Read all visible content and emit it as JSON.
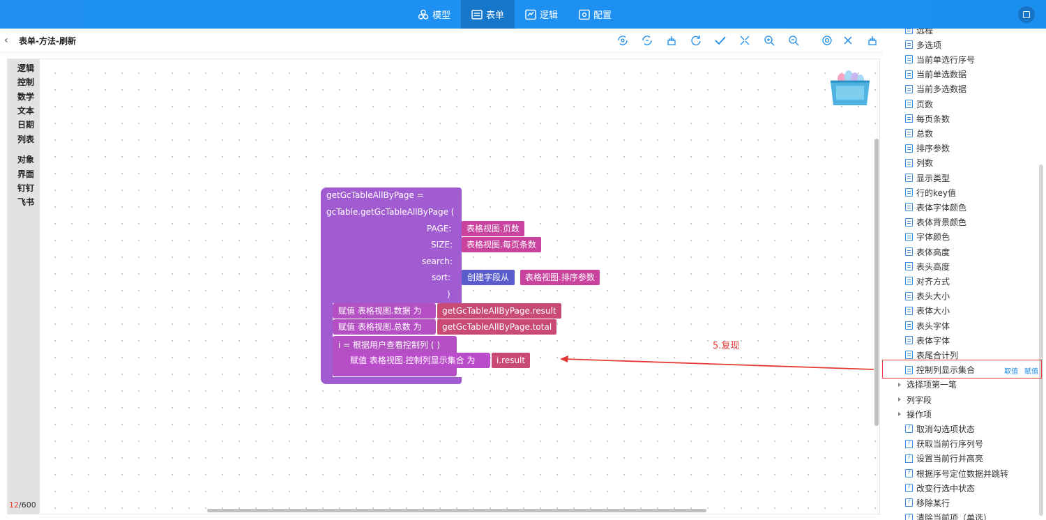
{
  "nav": {
    "tabs": [
      {
        "label": "模型",
        "icon": "cubes-icon"
      },
      {
        "label": "表单",
        "icon": "form-icon",
        "active": true
      },
      {
        "label": "逻辑",
        "icon": "logic-icon"
      },
      {
        "label": "配置",
        "icon": "config-icon"
      }
    ]
  },
  "header": {
    "title": "表单-方法-刷新"
  },
  "toolbar": {
    "icons": [
      "save-icon",
      "save-as-icon",
      "clean-icon",
      "refresh-icon",
      "check-icon",
      "collapse-icon",
      "zoom-in-icon",
      "zoom-out-icon",
      "settings-icon",
      "close-icon",
      "clear-icon"
    ]
  },
  "categories": {
    "group1": [
      "逻辑",
      "控制",
      "数学",
      "文本",
      "日期",
      "列表"
    ],
    "group2": [
      "对象",
      "界面",
      "钉钉",
      "飞书"
    ]
  },
  "counter": {
    "current": "12",
    "total": "/600"
  },
  "blocks": {
    "header_line1": "getGcTableAllByPage  =",
    "header_line2": "gcTable.getGcTableAllByPage  (",
    "page_label": "PAGE:",
    "page_value": "表格视图.页数",
    "size_label": "SIZE:",
    "size_value": "表格视图.每页条数",
    "search_label": "search:",
    "sort_label": "sort:",
    "sort_create": "创建字段从",
    "sort_value": "表格视图.排序参数",
    "close_paren": ")",
    "assign1_prefix": "赋值  表格视图.数据  为",
    "assign1_value": "getGcTableAllByPage.result",
    "assign2_prefix": "赋值  表格视图.总数  为",
    "assign2_value": "getGcTableAllByPage.total",
    "loop_label": "i  =  根据用户查看控制列  (  )",
    "assign3_prefix": "赋值  表格视图.控制列显示集合  为",
    "assign3_value": "i.result"
  },
  "annotation": {
    "text": "5.复现",
    "color": "#e53935"
  },
  "right_panel": {
    "items": [
      {
        "label": "远程",
        "type": "data"
      },
      {
        "label": "多选项",
        "type": "data"
      },
      {
        "label": "当前单选行序号",
        "type": "data"
      },
      {
        "label": "当前单选数据",
        "type": "data"
      },
      {
        "label": "当前多选数据",
        "type": "data"
      },
      {
        "label": "页数",
        "type": "data"
      },
      {
        "label": "每页条数",
        "type": "data"
      },
      {
        "label": "总数",
        "type": "data"
      },
      {
        "label": "排序参数",
        "type": "data"
      },
      {
        "label": "列数",
        "type": "data"
      },
      {
        "label": "显示类型",
        "type": "data"
      },
      {
        "label": "行的key值",
        "type": "data"
      },
      {
        "label": "表体字体颜色",
        "type": "data"
      },
      {
        "label": "表体背景颜色",
        "type": "data"
      },
      {
        "label": "字体颜色",
        "type": "data"
      },
      {
        "label": "表体高度",
        "type": "data"
      },
      {
        "label": "表头高度",
        "type": "data"
      },
      {
        "label": "对齐方式",
        "type": "data"
      },
      {
        "label": "表头大小",
        "type": "data"
      },
      {
        "label": "表体大小",
        "type": "data"
      },
      {
        "label": "表头字体",
        "type": "data"
      },
      {
        "label": "表体字体",
        "type": "data"
      },
      {
        "label": "表尾合计列",
        "type": "data"
      },
      {
        "label": "控制列显示集合",
        "type": "data",
        "highlighted": true,
        "actions": [
          "取值",
          "赋值"
        ]
      },
      {
        "label": "选择项第一笔",
        "type": "group"
      },
      {
        "label": "列字段",
        "type": "group"
      },
      {
        "label": "操作项",
        "type": "group"
      },
      {
        "label": "取消勾选项状态",
        "type": "func"
      },
      {
        "label": "获取当前行序列号",
        "type": "func"
      },
      {
        "label": "设置当前行并高亮",
        "type": "func"
      },
      {
        "label": "根据序号定位数据并跳转",
        "type": "func"
      },
      {
        "label": "改变行选中状态",
        "type": "func"
      },
      {
        "label": "移除某行",
        "type": "func"
      },
      {
        "label": "清除当前项（单选）",
        "type": "func"
      }
    ]
  }
}
